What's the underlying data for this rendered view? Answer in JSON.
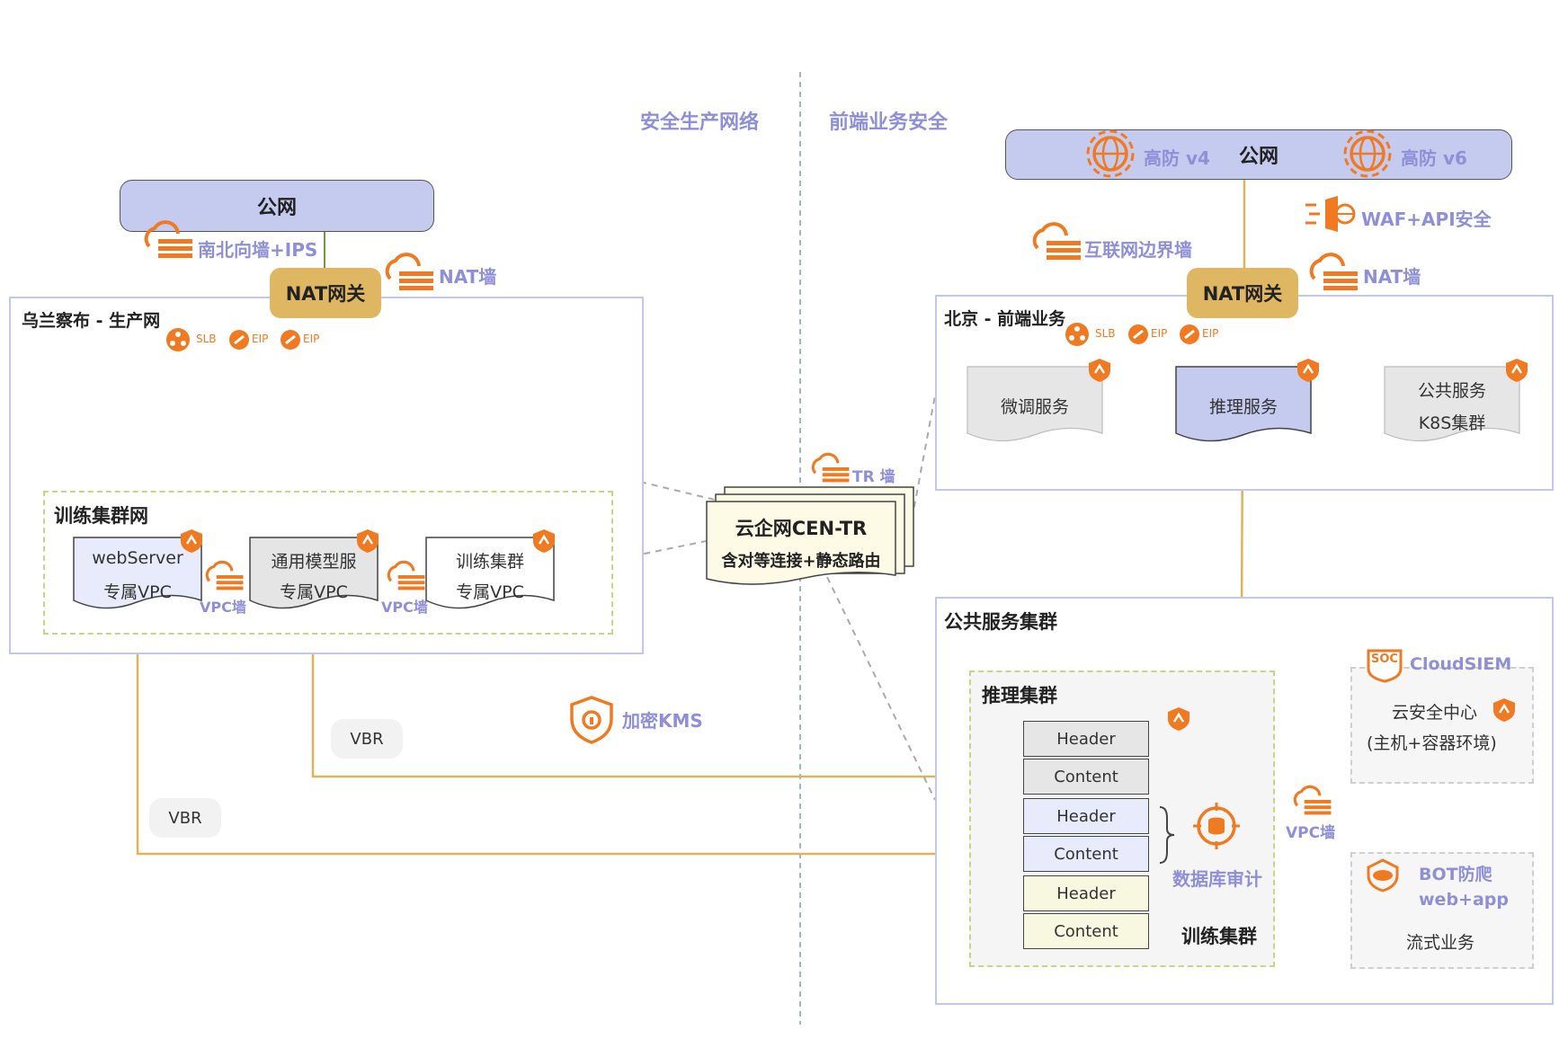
{
  "sections": {
    "left_title": "安全生产网络",
    "right_title": "前端业务安全"
  },
  "left": {
    "public_net": "公网",
    "firewall_ns": "南北向墙+IPS",
    "nat_gateway": "NAT网关",
    "nat_wall": "NAT墙",
    "region_title": "乌兰察布 - 生产网",
    "badges": {
      "slb": "SLB",
      "eip1": "EIP",
      "eip2": "EIP"
    },
    "training_cluster": {
      "title": "训练集群网",
      "docs": [
        {
          "line1": "webServer",
          "line2": "专属VPC"
        },
        {
          "line1": "通用模型服",
          "line2": "专属VPC"
        },
        {
          "line1": "训练集群",
          "line2": "专属VPC"
        }
      ],
      "vpc_wall_1": "VPC墙",
      "vpc_wall_2": "VPC墙"
    },
    "vbr_1": "VBR",
    "vbr_2": "VBR"
  },
  "center": {
    "tr_wall": "TR 墙",
    "cen_title": "云企网CEN-TR",
    "cen_subtitle": "含对等连接+静态路由",
    "kms": "加密KMS"
  },
  "right": {
    "public_net": "公网",
    "ddos_v4": "高防 v4",
    "ddos_v6": "高防 v6",
    "waf": "WAF+API安全",
    "internet_wall": "互联网边界墙",
    "nat_gateway": "NAT网关",
    "nat_wall": "NAT墙",
    "region_title": "北京 - 前端业务",
    "badges": {
      "slb": "SLB",
      "eip1": "EIP",
      "eip2": "EIP"
    },
    "services": [
      {
        "line1": "微调服务",
        "line2": ""
      },
      {
        "line1": "推理服务",
        "line2": ""
      },
      {
        "line1": "公共服务",
        "line2": "K8S集群"
      }
    ],
    "public_cluster": {
      "title": "公共服务集群",
      "inference_title": "推理集群",
      "stack": [
        "Header",
        "Content",
        "Header",
        "Content",
        "Header",
        "Content"
      ],
      "db_audit": "数据库审计",
      "training_label": "训练集群",
      "vpc_wall": "VPC墙",
      "soc_badge": "SOC",
      "cloudsiem": "CloudSIEM",
      "security_center": "云安全中心",
      "security_center_sub": "(主机+容器环境)",
      "bot_title": "BOT防爬",
      "bot_sub": "web+app",
      "bot_stream": "流式业务"
    }
  },
  "colors": {
    "accent_orange": "#f07a22",
    "label_purple": "#8f8fd8",
    "line_gold": "#e0b35a",
    "region_border": "#c2c8ea"
  }
}
